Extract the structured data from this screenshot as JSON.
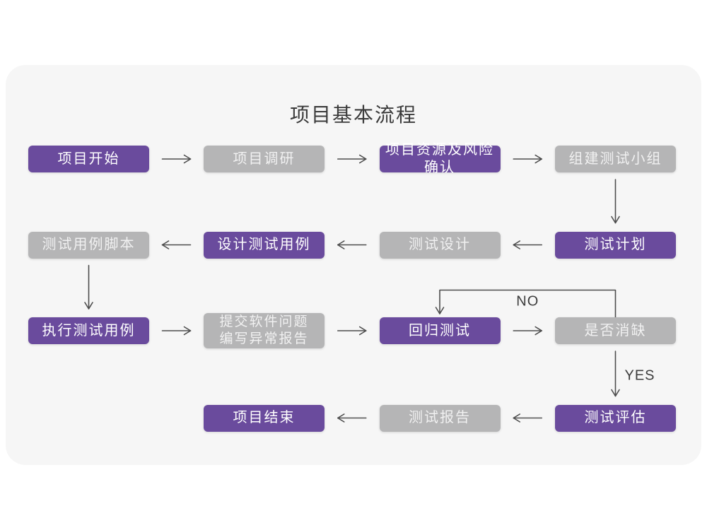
{
  "title": "项目基本流程",
  "colors": {
    "page_background": "#ffffff",
    "card_background": "#f6f6f6",
    "primary": "#6a4b9d",
    "secondary": "#b5b5b6",
    "node_text_primary": "#ffffff",
    "node_text_secondary": "#f1f1f1",
    "arrow": "#4d4d4d",
    "title_text": "#3b3b3b"
  },
  "diagram": {
    "nodes": [
      {
        "id": "project-start",
        "label": "项目开始",
        "variant": "primary",
        "row": 0,
        "col": 0
      },
      {
        "id": "project-research",
        "label": "项目调研",
        "variant": "secondary",
        "row": 0,
        "col": 1
      },
      {
        "id": "resource-risk",
        "label": "项目资源及风险确认",
        "variant": "primary",
        "row": 0,
        "col": 2
      },
      {
        "id": "build-test-team",
        "label": "组建测试小组",
        "variant": "secondary",
        "row": 0,
        "col": 3
      },
      {
        "id": "test-plan",
        "label": "测试计划",
        "variant": "primary",
        "row": 1,
        "col": 3
      },
      {
        "id": "test-design",
        "label": "测试设计",
        "variant": "secondary",
        "row": 1,
        "col": 2
      },
      {
        "id": "design-test-cases",
        "label": "设计测试用例",
        "variant": "primary",
        "row": 1,
        "col": 1
      },
      {
        "id": "test-case-script",
        "label": "测试用例脚本",
        "variant": "secondary",
        "row": 1,
        "col": 0
      },
      {
        "id": "run-test-cases",
        "label": "执行测试用例",
        "variant": "primary",
        "row": 2,
        "col": 0
      },
      {
        "id": "submit-issues",
        "label": "提交软件问题\n编写异常报告",
        "variant": "secondary",
        "row": 2,
        "col": 1,
        "lines": 2
      },
      {
        "id": "regression-test",
        "label": "回归测试",
        "variant": "primary",
        "row": 2,
        "col": 2
      },
      {
        "id": "defect-cleared",
        "label": "是否消缺",
        "variant": "secondary",
        "row": 2,
        "col": 3
      },
      {
        "id": "test-evaluation",
        "label": "测试评估",
        "variant": "primary",
        "row": 3,
        "col": 3
      },
      {
        "id": "test-report",
        "label": "测试报告",
        "variant": "secondary",
        "row": 3,
        "col": 2
      },
      {
        "id": "project-end",
        "label": "项目结束",
        "variant": "primary",
        "row": 3,
        "col": 1
      }
    ],
    "edges": [
      {
        "from": "project-start",
        "to": "project-research"
      },
      {
        "from": "project-research",
        "to": "resource-risk"
      },
      {
        "from": "resource-risk",
        "to": "build-test-team"
      },
      {
        "from": "build-test-team",
        "to": "test-plan"
      },
      {
        "from": "test-plan",
        "to": "test-design"
      },
      {
        "from": "test-design",
        "to": "design-test-cases"
      },
      {
        "from": "design-test-cases",
        "to": "test-case-script"
      },
      {
        "from": "test-case-script",
        "to": "run-test-cases"
      },
      {
        "from": "run-test-cases",
        "to": "submit-issues"
      },
      {
        "from": "submit-issues",
        "to": "regression-test"
      },
      {
        "from": "regression-test",
        "to": "defect-cleared"
      },
      {
        "from": "defect-cleared",
        "to": "regression-test",
        "label": "NO",
        "route": "top"
      },
      {
        "from": "defect-cleared",
        "to": "test-evaluation",
        "label": "YES"
      },
      {
        "from": "test-evaluation",
        "to": "test-report"
      },
      {
        "from": "test-report",
        "to": "project-end"
      }
    ]
  }
}
